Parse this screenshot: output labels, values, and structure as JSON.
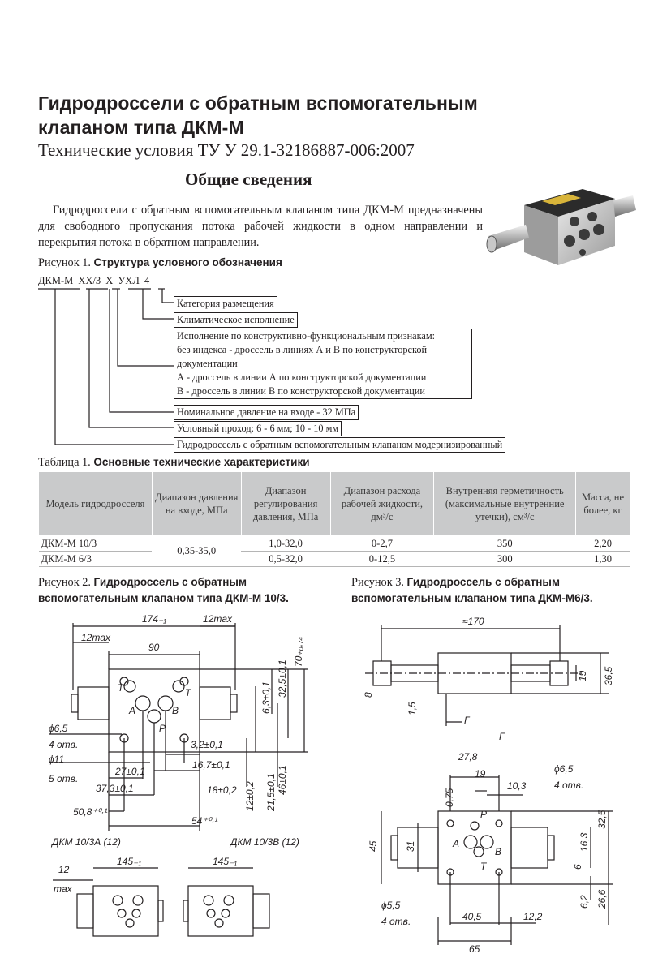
{
  "header": {
    "title_line1": "Гидродроссели с обратным вспомогательным",
    "title_line2": "клапаном типа ДКМ-М",
    "subtitle": "Технические условия ТУ У 29.1-32186887-006:2007",
    "section_title": "Общие сведения"
  },
  "intro": "Гидродроссели с обратным вспомогательным клапаном типа ДКМ-М предназначены для свободного пропускания потока рабочей жидкости в одном направлении и перекрытия потока в обратном направлении.",
  "figure1": {
    "caption_prefix": "Рисунок 1.",
    "caption_title": "Структура условного обозначения",
    "code_parts": [
      "ДКМ-М",
      "ХХ/3",
      "Х",
      "УХЛ",
      "4"
    ],
    "legend": [
      "Категория размещения",
      "Климатическое исполнение",
      "Исполнение по конструктивно-функциональным признакам:",
      "без индекса - дроссель в линиях А и В по конструкторской",
      "документации",
      "А - дроссель в линии А по конструкторской документации",
      "В - дроссель в линии В по конструкторской документации",
      "Номинальное давление на входе - 32 МПа",
      "Условный проход: 6 - 6 мм; 10 - 10 мм",
      "Гидродроссель с обратным вспомогательным клапаном модернизированный"
    ]
  },
  "table1": {
    "caption_prefix": "Таблица 1.",
    "caption_title": "Основные технические характеристики",
    "headers": [
      "Модель гидродросселя",
      "Диапазон давления на входе, МПа",
      "Диапазон регулирования давления, МПа",
      "Диапазон расхода рабочей жидкости, дм³/с",
      "Внутренняя герметичность (максимальные внутренние утечки), см³/с",
      "Масса, не более, кг"
    ],
    "rows": [
      {
        "model": "ДКМ-М 10/3",
        "inlet": "0,35-35,0",
        "reg": "1,0-32,0",
        "flow": "0-2,7",
        "leak": "350",
        "mass": "2,20"
      },
      {
        "model": "ДКМ-М 6/3",
        "reg": "0,5-32,0",
        "flow": "0-12,5",
        "leak": "300",
        "mass": "1,30"
      }
    ]
  },
  "figure2": {
    "caption_prefix": "Рисунок 2.",
    "caption_title_1": "Гидродроссель с обратным",
    "caption_title_2": "вспомогательным клапаном типа ДКМ-М 10/3.",
    "dims": [
      "174₋₁",
      "12max",
      "12max",
      "90",
      "70₊₀,₇₄",
      "32,5±0,1",
      "6,3±0,1",
      "46±0,1",
      "21,5±0,1",
      "12±0,2",
      "3,2±0,1",
      "16,7±0,1",
      "27±0,1",
      "18±0,2",
      "37,3±0,1",
      "50,8⁺⁰·¹",
      "54⁺⁰·¹",
      "ϕ6,5",
      "4 отв.",
      "ϕ11",
      "5 отв."
    ],
    "ports": [
      "T",
      "T",
      "A",
      "B",
      "P"
    ],
    "variant_a": "ДКМ 10/3А (12)",
    "variant_b": "ДКМ 10/3В (12)",
    "variant_dim": "145₋₁",
    "variant_max": "12",
    "variant_max_label": "max"
  },
  "figure3": {
    "caption_prefix": "Рисунок 3.",
    "caption_title_1": "Гидродроссель с обратным",
    "caption_title_2": "вспомогательным клапаном типа ДКМ-М6/3.",
    "dims": [
      "≈170",
      "36,5",
      "19",
      "8",
      "1,5",
      "Г",
      "Г",
      "27,8",
      "19",
      "10,3",
      "ϕ6,5",
      "4 отв.",
      "0,75",
      "45",
      "31",
      "16,3",
      "32,5",
      "6",
      "6,2",
      "26,6",
      "40,5",
      "12,2",
      "65",
      "ϕ5,5",
      "4 отв."
    ],
    "ports": [
      "P",
      "A",
      "B",
      "T"
    ]
  }
}
